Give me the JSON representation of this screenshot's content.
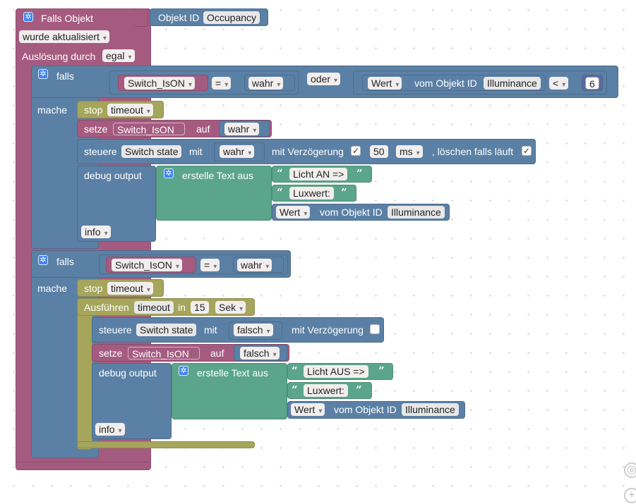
{
  "main_event": {
    "title": "Falls Objekt",
    "objekt_id_label": "Objekt ID",
    "objekt_id_value": "Occupancy",
    "trigger_value": "wurde aktualisiert",
    "ausloesung_label": "Auslösung durch",
    "ausloesung_value": "egal"
  },
  "if1": {
    "falls_label": "falls",
    "mache_label": "mache",
    "var": "Switch_IsON",
    "op1": "=",
    "val1": "wahr",
    "logic": "oder",
    "wert_label": "Wert",
    "vom_label": "vom Objekt ID",
    "obj": "Illuminance",
    "op2": "<",
    "num": "6",
    "stop_label": "stop",
    "stop_value": "timeout",
    "setze_label": "setze",
    "setze_var": "Switch_IsON",
    "auf_label": "auf",
    "setze_value": "wahr",
    "steuere_label": "steuere",
    "steuere_obj": "Switch state",
    "mit_label": "mit",
    "steuere_value": "wahr",
    "delay_label": "mit Verzögerung",
    "delay_checked": "✓",
    "delay_num": "50",
    "delay_unit": "ms",
    "clear_label": ", löschen falls läuft",
    "clear_checked": "✓",
    "debug_label": "debug output",
    "text_label": "erstelle Text aus",
    "str1": "Licht AN =>",
    "str2": "Luxwert:",
    "wert_label2": "Wert",
    "vom_label2": "vom Objekt ID",
    "obj2": "Illuminance",
    "level": "info"
  },
  "if2": {
    "falls_label": "falls",
    "mache_label": "mache",
    "var": "Switch_IsON",
    "op": "=",
    "val": "wahr",
    "stop_label": "stop",
    "stop_value": "timeout",
    "ausfuehren_label": "Ausführen",
    "timeout_name": "timeout",
    "in_label": "in",
    "in_num": "15",
    "in_unit": "Sek",
    "steuere_label": "steuere",
    "steuere_obj": "Switch state",
    "mit_label": "mit",
    "steuere_value": "falsch",
    "delay_label": "mit Verzögerung",
    "setze_label": "setze",
    "setze_var": "Switch_IsON",
    "auf_label": "auf",
    "setze_value": "falsch",
    "debug_label": "debug output",
    "text_label": "erstelle Text aus",
    "str1": "Licht AUS =>",
    "str2": "Luxwert:",
    "wert_label": "Wert",
    "vom_label": "vom Objekt ID",
    "obj": "Illuminance",
    "level": "info"
  },
  "colors": {
    "event": "#a55b80",
    "logic": "#5b80a5",
    "timer": "#a5a55b",
    "text": "#5ba58c",
    "gear": "#4285f4"
  },
  "icons": [
    "gear-icon",
    "quote-open-icon",
    "quote-close-icon",
    "checkbox-icon",
    "zoom-reset-icon",
    "zoom-in-icon"
  ]
}
